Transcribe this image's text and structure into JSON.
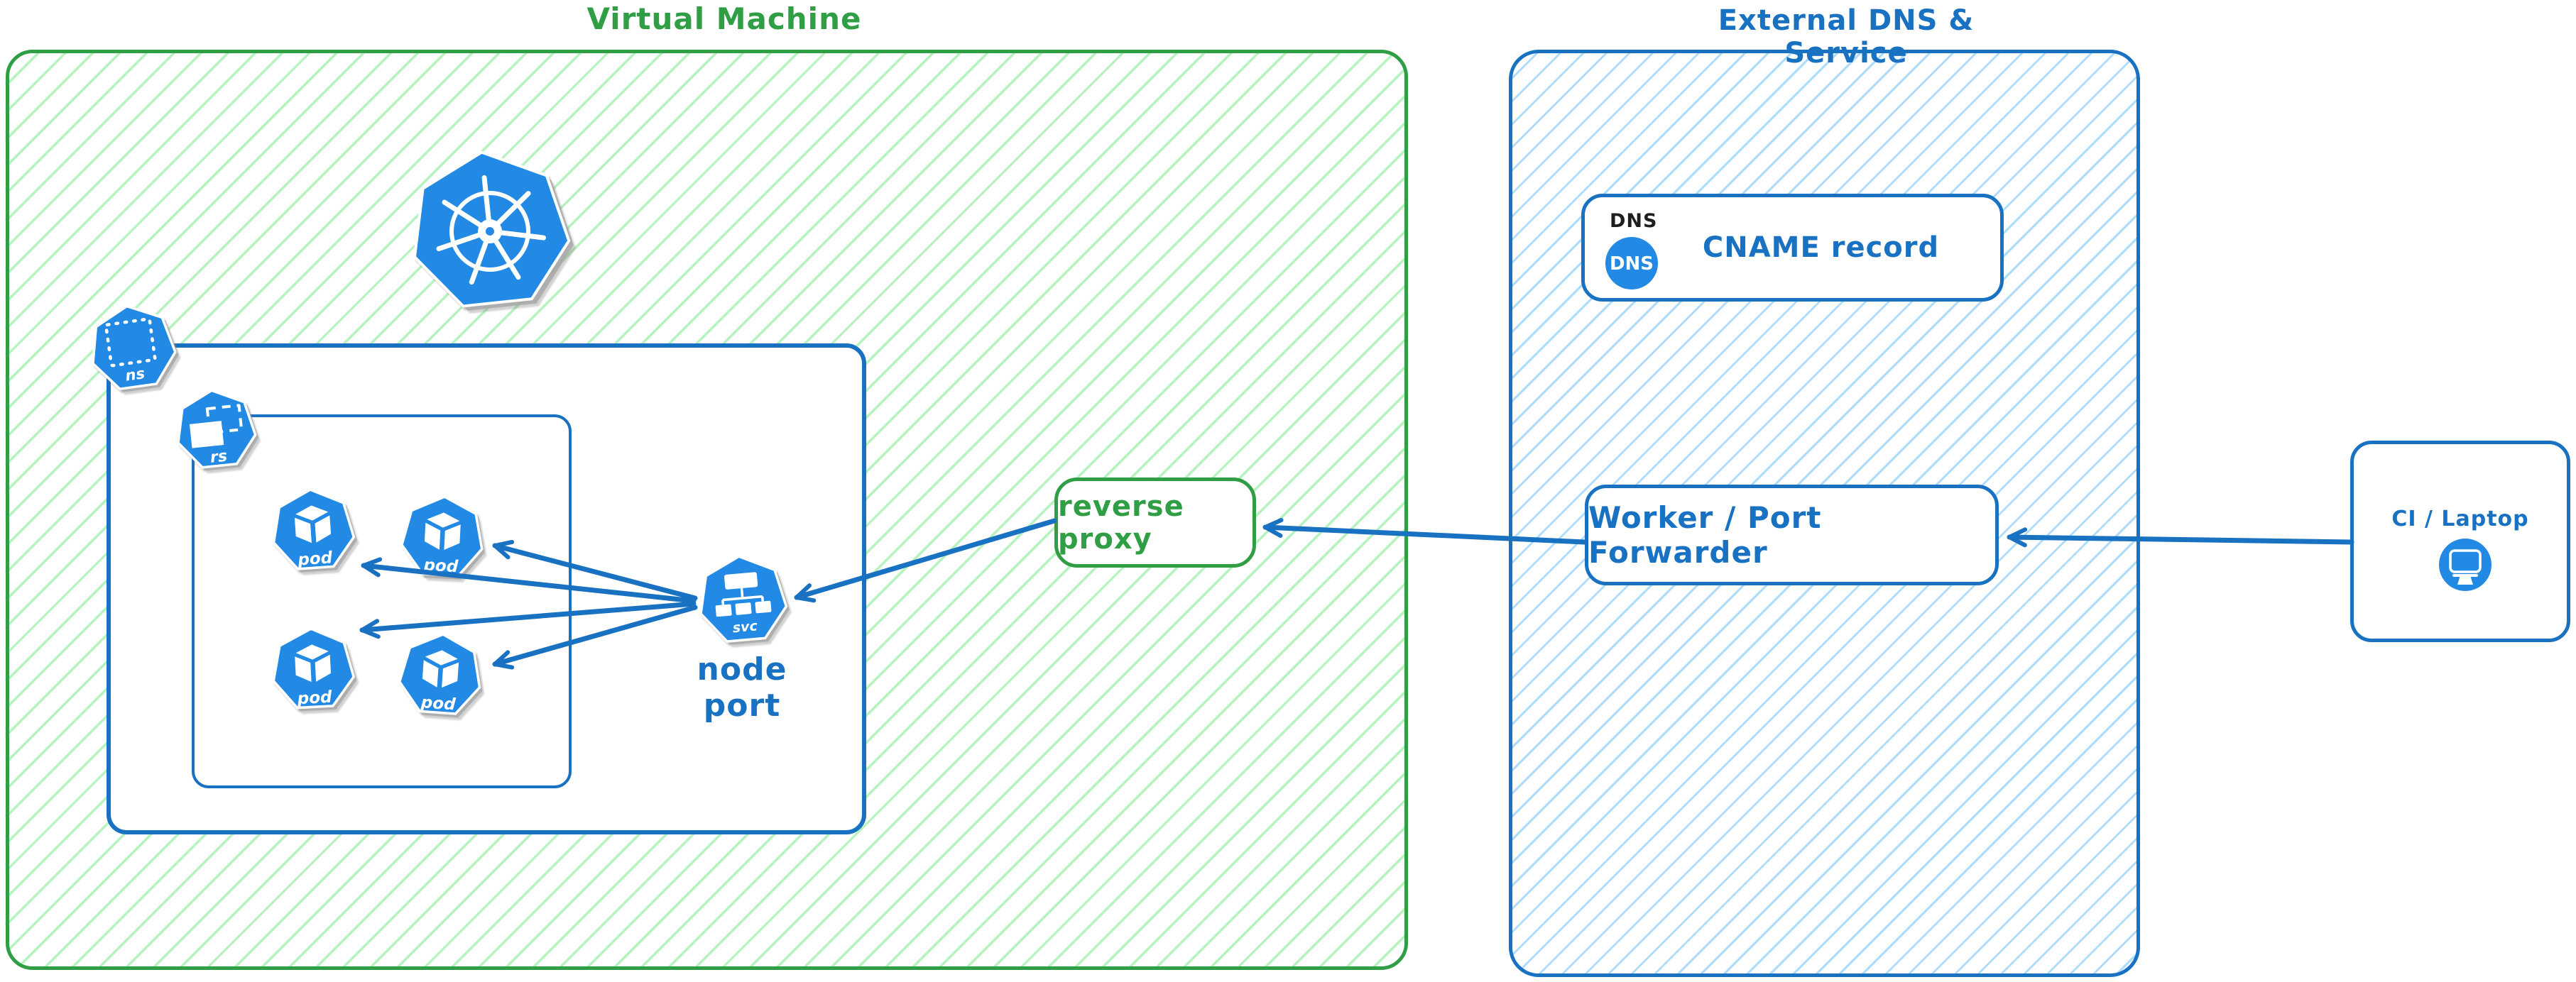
{
  "colors": {
    "green_stroke": "#2f9e44",
    "green_hatch": "#b2f2bb",
    "blue_stroke": "#1971c2",
    "blue_hatch": "#a5d8ff",
    "icon_blue": "#2289e4",
    "text_black": "#1e1e1e"
  },
  "vm": {
    "title": "Virtual Machine",
    "kubernetes_icon": "kubernetes-helm-wheel-heptagon",
    "namespace": {
      "icon_label": "ns",
      "icon": "dotted-square-heptagon"
    },
    "replicaset": {
      "icon_label": "rs",
      "icon": "stacked-rects-heptagon"
    },
    "pods": [
      {
        "label": "pod"
      },
      {
        "label": "pod"
      },
      {
        "label": "pod"
      },
      {
        "label": "pod"
      }
    ],
    "service": {
      "icon_label": "svc",
      "icon": "service-tree-heptagon",
      "caption": "node port"
    }
  },
  "reverse_proxy": {
    "label": "reverse proxy"
  },
  "external": {
    "title": "External DNS & Service",
    "dns": {
      "tag": "DNS",
      "badge": "DNS",
      "label": "CNAME record",
      "icon": "dns-circle-badge"
    },
    "worker": {
      "label": "Worker / Port Forwarder"
    }
  },
  "client": {
    "label": "CI / Laptop",
    "icon": "monitor-circle-badge"
  },
  "edges": [
    {
      "from": "ci-laptop",
      "to": "worker-port-forwarder"
    },
    {
      "from": "worker-port-forwarder",
      "to": "reverse-proxy"
    },
    {
      "from": "reverse-proxy",
      "to": "node-port-service"
    },
    {
      "from": "node-port-service",
      "to": "pod-1"
    },
    {
      "from": "node-port-service",
      "to": "pod-2"
    },
    {
      "from": "node-port-service",
      "to": "pod-3"
    },
    {
      "from": "node-port-service",
      "to": "pod-4"
    }
  ]
}
